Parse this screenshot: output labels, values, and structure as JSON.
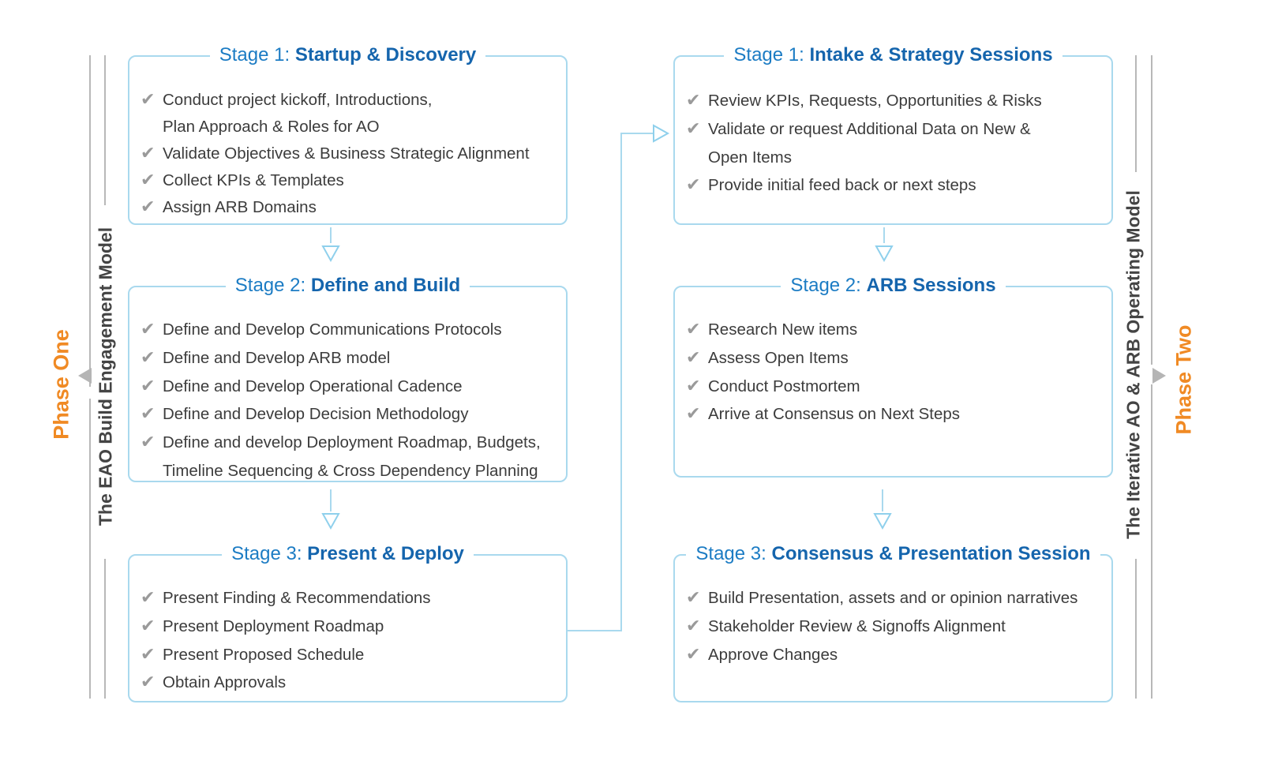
{
  "left": {
    "phase_label": "Phase One",
    "model_label": "The EAO Build Engagement Model",
    "stages": [
      {
        "prefix": "Stage 1: ",
        "name": "Startup & Discovery",
        "items": [
          [
            "Conduct project kickoff, Introductions,",
            "Plan Approach & Roles for AO"
          ],
          [
            "Validate Objectives & Business Strategic Alignment"
          ],
          [
            "Collect KPIs & Templates"
          ],
          [
            "Assign ARB Domains"
          ]
        ]
      },
      {
        "prefix": "Stage 2: ",
        "name": "Define and Build",
        "items": [
          [
            "Define and Develop Communications Protocols"
          ],
          [
            "Define and Develop ARB model"
          ],
          [
            "Define and Develop Operational Cadence"
          ],
          [
            "Define and Develop Decision Methodology"
          ],
          [
            "Define and develop Deployment Roadmap, Budgets,",
            "Timeline Sequencing & Cross Dependency Planning"
          ]
        ]
      },
      {
        "prefix": "Stage 3: ",
        "name": "Present & Deploy",
        "items": [
          [
            "Present Finding & Recommendations"
          ],
          [
            "Present Deployment Roadmap"
          ],
          [
            "Present Proposed Schedule"
          ],
          [
            "Obtain Approvals"
          ]
        ]
      }
    ]
  },
  "right": {
    "phase_label": "Phase Two",
    "model_label": "The Iterative AO & ARB Operating Model",
    "stages": [
      {
        "prefix": "Stage 1: ",
        "name": "Intake & Strategy Sessions",
        "items": [
          [
            "Review KPIs, Requests, Opportunities & Risks"
          ],
          [
            "Validate or request Additional Data on New &",
            "Open Items"
          ],
          [
            "Provide initial feed back or next steps"
          ]
        ]
      },
      {
        "prefix": "Stage 2: ",
        "name": "ARB Sessions",
        "items": [
          [
            "Research New items"
          ],
          [
            "Assess Open Items"
          ],
          [
            "Conduct Postmortem"
          ],
          [
            "Arrive at Consensus on Next Steps"
          ]
        ]
      },
      {
        "prefix": "Stage 3: ",
        "name": "Consensus & Presentation Session",
        "items": [
          [
            "Build Presentation, assets and or opinion narratives"
          ],
          [
            "Stakeholder Review & Signoffs Alignment"
          ],
          [
            "Approve Changes"
          ]
        ]
      }
    ]
  },
  "colors": {
    "box_border": "#a9d9ee",
    "stage_prefix": "#1c7cc4",
    "stage_name": "#1565ad",
    "phase": "#f08a24",
    "checkmark": "#9a9a9a",
    "connector": "#a9d9ee"
  },
  "icons": {
    "check": "check-icon",
    "down_arrow": "triangle-down-icon",
    "right_arrow": "triangle-right-icon",
    "phase_arrow_left": "triangle-left-icon",
    "phase_arrow_right": "triangle-right-icon"
  }
}
